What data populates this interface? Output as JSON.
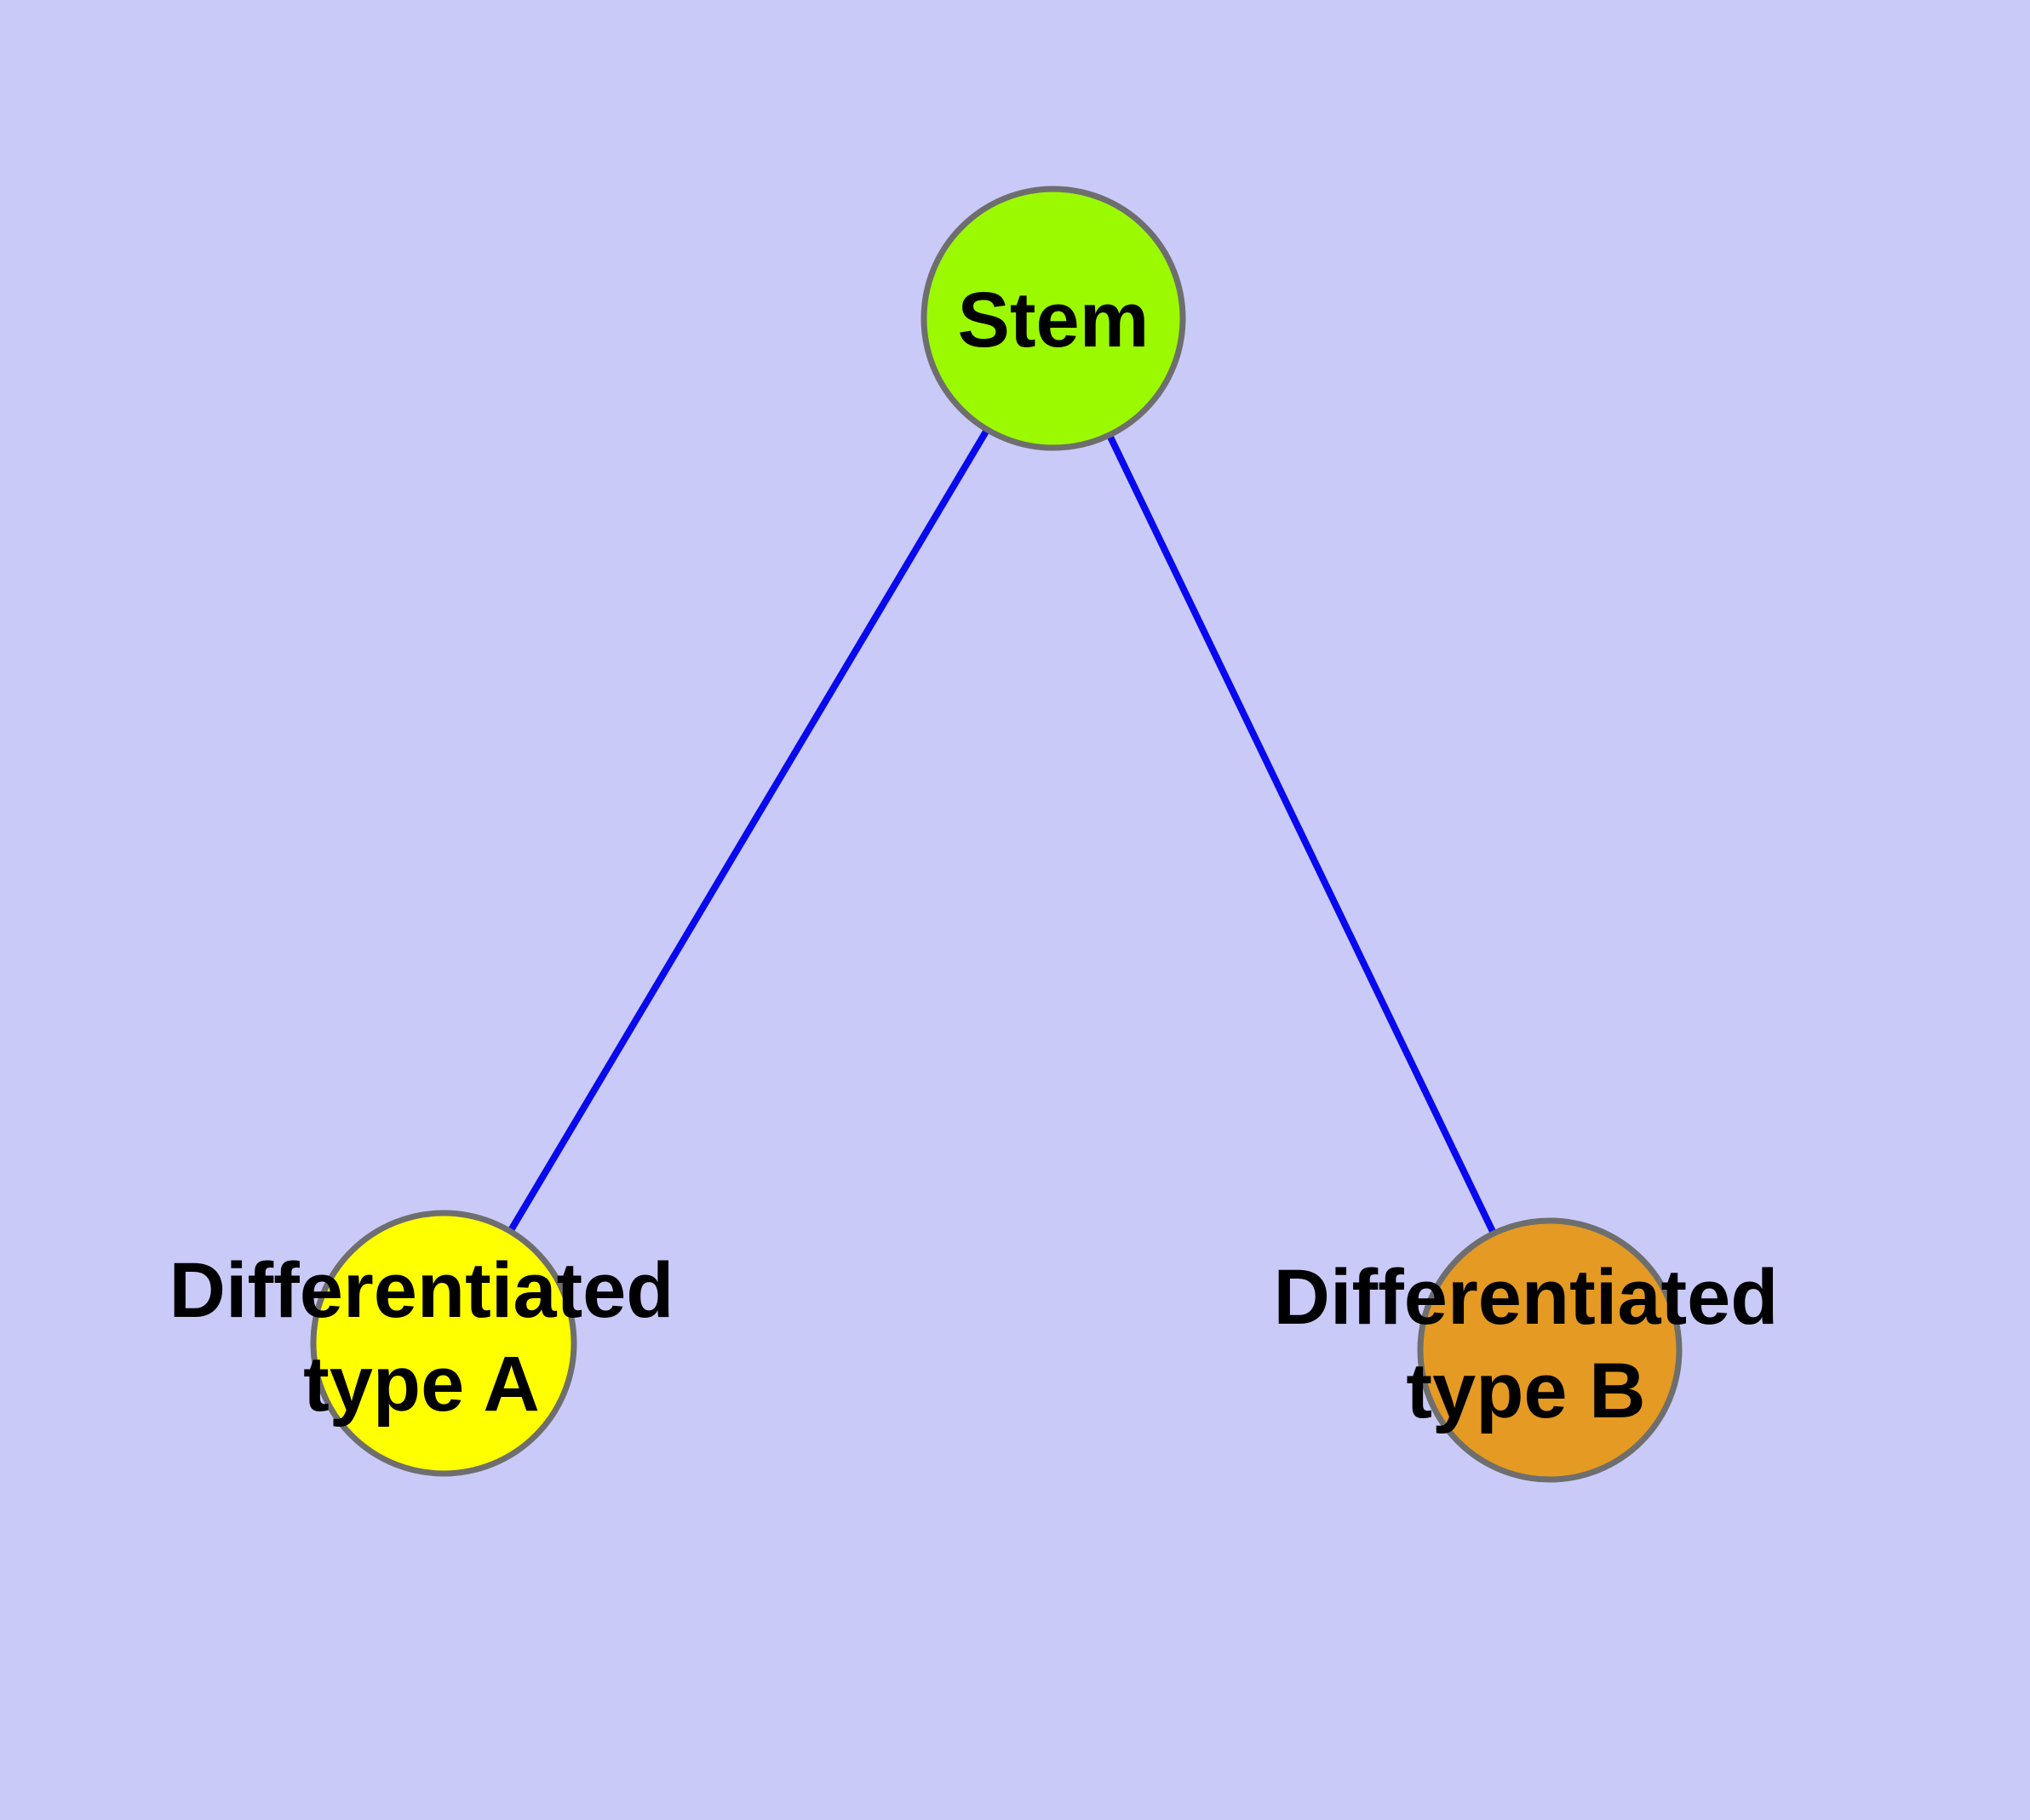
{
  "diagram": {
    "description": "Cell differentiation graph: a stem node linked to two differentiated cell type nodes",
    "background_color": "#CACAF9",
    "edge_color": "#0909EE",
    "node_border_color": "#6E6E6E",
    "label_color": "#000000",
    "nodes": [
      {
        "id": "stem",
        "label": "Stem",
        "color": "#9BFA00"
      },
      {
        "id": "differentiated-type-a",
        "label_lines": [
          "Differentiated",
          "type A"
        ],
        "color": "#FFFF00"
      },
      {
        "id": "differentiated-type-b",
        "label_lines": [
          "Differentiated",
          "type B"
        ],
        "color": "#E49A23"
      }
    ],
    "edges": [
      {
        "from": "stem",
        "to": "differentiated-type-a"
      },
      {
        "from": "stem",
        "to": "differentiated-type-b"
      }
    ]
  }
}
